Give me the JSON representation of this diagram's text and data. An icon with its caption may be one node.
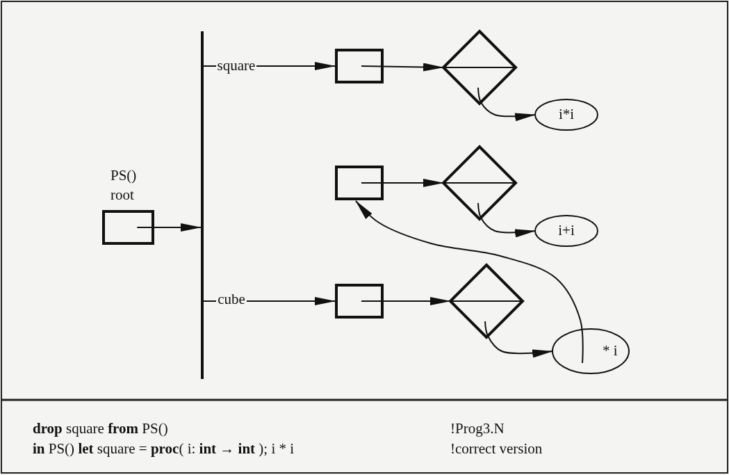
{
  "diagram": {
    "nodes": [
      {
        "text": [
          "PS()",
          "root"
        ]
      },
      {
        "text": [],
        "shape": "bar"
      },
      {
        "text": [],
        "shape": "box"
      },
      {
        "text": [],
        "shape": "diamond"
      },
      {
        "text": [
          "i*i"
        ]
      },
      {
        "text": [],
        "shape": "box"
      },
      {
        "text": [],
        "shape": "diamond"
      },
      {
        "text": [
          "i+i"
        ]
      },
      {
        "text": [],
        "shape": "box"
      },
      {
        "text": [],
        "shape": "diamond"
      },
      {
        "text": [
          "* i"
        ]
      }
    ],
    "edges": [
      {
        "from": 0,
        "to": 1,
        "arrow": "to"
      },
      {
        "from": 1,
        "to": 2,
        "arrow": "to",
        "label": "square"
      },
      {
        "from": 1,
        "to": 8,
        "arrow": "to",
        "label": "cube"
      },
      {
        "from": 2,
        "to": 3,
        "arrow": "to"
      },
      {
        "from": 3,
        "to": 4,
        "arrow": "to"
      },
      {
        "from": 5,
        "to": 6,
        "arrow": "to"
      },
      {
        "from": 6,
        "to": 7,
        "arrow": "to"
      },
      {
        "from": 8,
        "to": 9,
        "arrow": "to"
      },
      {
        "from": 9,
        "to": 10,
        "arrow": "to"
      },
      {
        "from": 10,
        "to": 5,
        "arrow": "to"
      }
    ],
    "labels": [
      "**drop** square **from** PS()",
      "!Prog3.N",
      "**in** PS() **let** square = **proc**( i: **int** → **int** ); i * i",
      "!correct version"
    ]
  }
}
